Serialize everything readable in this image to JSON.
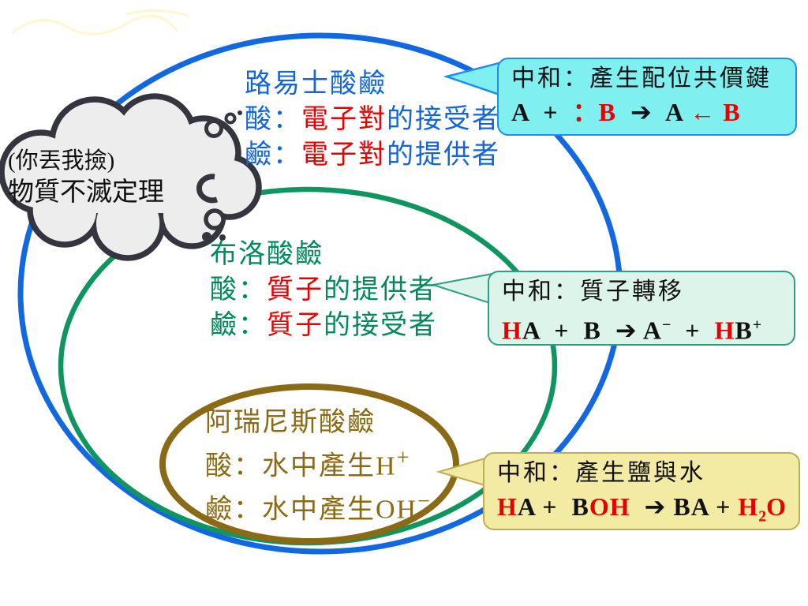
{
  "colors": {
    "blue": "#1464DC",
    "red": "#E80000",
    "green": "#00895A",
    "brown": "#8A6A15",
    "black": "#111111",
    "ellipse_blue": "#1268E0",
    "ellipse_green": "#0F9660",
    "ellipse_brown": "#8A6A15",
    "cloud_outline": "#35353F",
    "cloud_fill": "#EDEDED",
    "callout1_bg": "#7FEFEF",
    "callout1_border": "#1E8FE8",
    "callout2_bg": "#DCF4EA",
    "callout2_border": "#2E9E86",
    "callout3_bg": "#F3EAA3",
    "callout3_border": "#BFAE4E"
  },
  "cloud": {
    "line1": "(你丟我撿)",
    "line2": "物質不滅定理"
  },
  "lewis": {
    "title": [
      {
        "t": "路易士酸鹼",
        "c": "blue"
      }
    ],
    "acid": [
      {
        "t": "酸：",
        "c": "blue"
      },
      {
        "t": "電子對",
        "c": "red"
      },
      {
        "t": "的接受者",
        "c": "blue"
      }
    ],
    "base": [
      {
        "t": "鹼：",
        "c": "blue"
      },
      {
        "t": "電子對",
        "c": "red"
      },
      {
        "t": "的提供者",
        "c": "blue"
      }
    ]
  },
  "bronsted": {
    "title": [
      {
        "t": "布洛酸鹼",
        "c": "green"
      }
    ],
    "acid": [
      {
        "t": "酸：",
        "c": "green"
      },
      {
        "t": "質子",
        "c": "red"
      },
      {
        "t": "的提供者",
        "c": "green"
      }
    ],
    "base": [
      {
        "t": "鹼：",
        "c": "green"
      },
      {
        "t": "質子",
        "c": "red"
      },
      {
        "t": "的接受者",
        "c": "green"
      }
    ]
  },
  "arrhenius": {
    "title": [
      {
        "t": "阿瑞尼斯酸鹼",
        "c": "brown"
      }
    ],
    "acid": [
      {
        "t": "酸：水中產生H",
        "c": "brown"
      },
      {
        "t": "+",
        "c": "brown",
        "sup": true
      }
    ],
    "base": [
      {
        "t": "鹼：水中產生OH",
        "c": "brown"
      },
      {
        "t": "−",
        "c": "brown",
        "sup": true
      }
    ]
  },
  "callouts": [
    {
      "title": "中和：產生配位共價鍵",
      "formula": [
        {
          "t": "A  +  ",
          "c": "black"
        },
        {
          "t": "：B",
          "c": "red"
        },
        {
          "t": "  ",
          "c": "black"
        },
        {
          "t": "➔",
          "c": "black",
          "cls": "arrow"
        },
        {
          "t": "  A ",
          "c": "black"
        },
        {
          "t": "← B",
          "c": "red"
        }
      ]
    },
    {
      "title": "中和：質子轉移",
      "formula": [
        {
          "t": "H",
          "c": "red"
        },
        {
          "t": "A  +  B  ",
          "c": "black"
        },
        {
          "t": "➔",
          "c": "black",
          "cls": "arrow"
        },
        {
          "t": " A",
          "c": "black"
        },
        {
          "t": "−",
          "c": "black",
          "sup": true
        },
        {
          "t": "  +  ",
          "c": "black"
        },
        {
          "t": "H",
          "c": "red"
        },
        {
          "t": "B",
          "c": "black"
        },
        {
          "t": "+",
          "c": "black",
          "sup": true
        }
      ]
    },
    {
      "title": "中和：產生鹽與水",
      "formula": [
        {
          "t": "H",
          "c": "red"
        },
        {
          "t": "A +  B",
          "c": "black"
        },
        {
          "t": "OH",
          "c": "red"
        },
        {
          "t": "  ",
          "c": "black"
        },
        {
          "t": "➔",
          "c": "black",
          "cls": "arrow"
        },
        {
          "t": " BA + ",
          "c": "black"
        },
        {
          "t": "H",
          "c": "red"
        },
        {
          "t": "2",
          "c": "red",
          "sub": true
        },
        {
          "t": "O",
          "c": "red"
        }
      ]
    }
  ]
}
